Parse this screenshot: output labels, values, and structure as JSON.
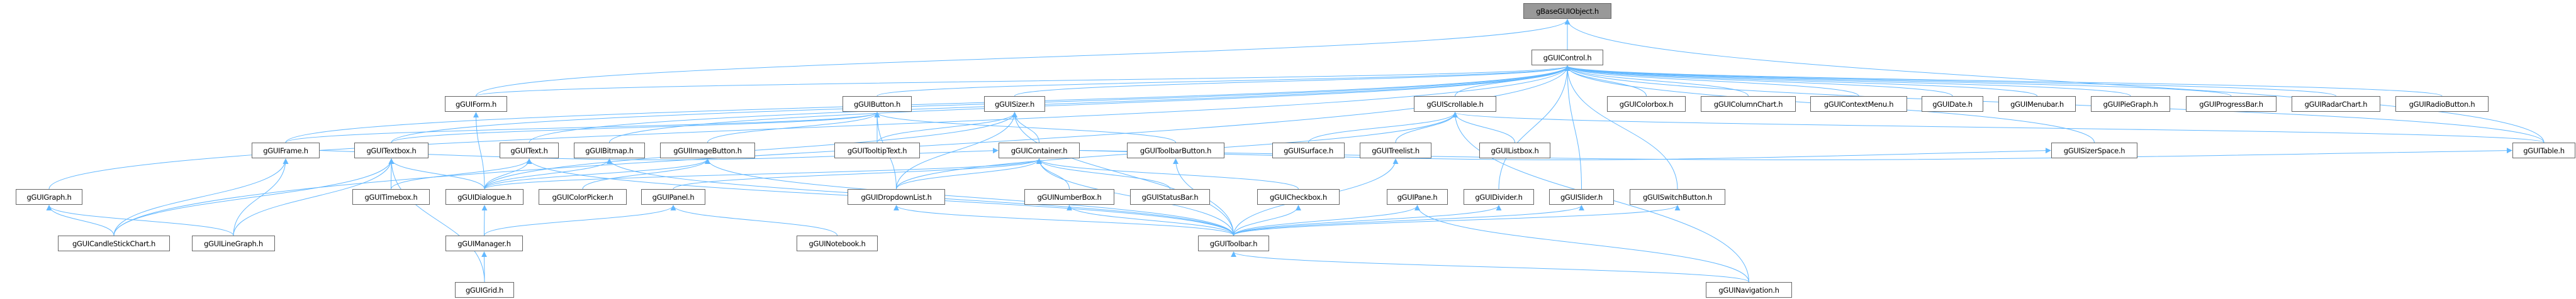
{
  "colors": {
    "edge": "#63b8ff",
    "node_border": "#666666",
    "root_fill": "#999999"
  },
  "nodes": {
    "base": "gBaseGUIObject.h",
    "control": "gGUIControl.h",
    "scrollable": "gGUIScrollable.h",
    "colorbox": "gGUIColorbox.h",
    "columnchart": "gGUIColumnChart.h",
    "contextmenu": "gGUIContextMenu.h",
    "date": "gGUIDate.h",
    "menubar": "gGUIMenubar.h",
    "piegraph": "gGUIPieGraph.h",
    "progressbar": "gGUIProgressBar.h",
    "radarchart": "gGUIRadarChart.h",
    "radiobutton": "gGUIRadioButton.h",
    "form": "gGUIForm.h",
    "button": "gGUIButton.h",
    "sizer": "gGUISizer.h",
    "frame": "gGUIFrame.h",
    "textbox": "gGUITextbox.h",
    "text": "gGUIText.h",
    "bitmap": "gGUIBitmap.h",
    "imagebutton": "gGUIImageButton.h",
    "tooltiptext": "gGUITooltipText.h",
    "container": "gGUIContainer.h",
    "toolbarbutton": "gGUIToolbarButton.h",
    "surface": "gGUISurface.h",
    "treelist": "gGUITreelist.h",
    "listbox": "gGUIListbox.h",
    "sizerspace": "gGUISizerSpace.h",
    "table": "gGUITable.h",
    "graph": "gGUIGraph.h",
    "timebox": "gGUITimebox.h",
    "dialogue": "gGUIDialogue.h",
    "colorpicker": "gGUIColorPicker.h",
    "panel": "gGUIPanel.h",
    "dropdownlist": "gGUIDropdownList.h",
    "numberbox": "gGUINumberBox.h",
    "statusbar": "gGUIStatusBar.h",
    "checkbox": "gGUICheckbox.h",
    "pane": "gGUIPane.h",
    "divider": "gGUIDivider.h",
    "slider": "gGUISlider.h",
    "switchbutton": "gGUISwitchButton.h",
    "candlestick": "gGUICandleStickChart.h",
    "linegraph": "gGUILineGraph.h",
    "manager": "gGUIManager.h",
    "notebook": "gGUINotebook.h",
    "toolbar": "gGUIToolbar.h",
    "grid": "gGUIGrid.h",
    "navigation": "gGUINavigation.h"
  },
  "root": "base",
  "edges": [
    [
      "control",
      "base"
    ],
    [
      "table",
      "base"
    ],
    [
      "form",
      "base"
    ],
    [
      "scrollable",
      "control"
    ],
    [
      "colorbox",
      "control"
    ],
    [
      "columnchart",
      "control"
    ],
    [
      "contextmenu",
      "control"
    ],
    [
      "date",
      "control"
    ],
    [
      "menubar",
      "control"
    ],
    [
      "piegraph",
      "control"
    ],
    [
      "progressbar",
      "control"
    ],
    [
      "radarchart",
      "control"
    ],
    [
      "radiobutton",
      "control"
    ],
    [
      "table",
      "control"
    ],
    [
      "sizerspace",
      "control"
    ],
    [
      "form",
      "control"
    ],
    [
      "button",
      "control"
    ],
    [
      "sizer",
      "control"
    ],
    [
      "text",
      "control"
    ],
    [
      "bitmap",
      "control"
    ],
    [
      "frame",
      "control"
    ],
    [
      "textbox",
      "control"
    ],
    [
      "graph",
      "control"
    ],
    [
      "candlestick",
      "control"
    ],
    [
      "divider",
      "control"
    ],
    [
      "slider",
      "control"
    ],
    [
      "switchbutton",
      "control"
    ],
    [
      "surface",
      "scrollable"
    ],
    [
      "treelist",
      "scrollable"
    ],
    [
      "listbox",
      "scrollable"
    ],
    [
      "table",
      "scrollable"
    ],
    [
      "navigation",
      "scrollable"
    ],
    [
      "dropdownlist",
      "scrollable"
    ],
    [
      "tooltiptext",
      "button"
    ],
    [
      "imagebutton",
      "button"
    ],
    [
      "dropdownlist",
      "button"
    ],
    [
      "toolbarbutton",
      "button"
    ],
    [
      "frame",
      "button"
    ],
    [
      "textbox",
      "button"
    ],
    [
      "tooltiptext",
      "sizer"
    ],
    [
      "dropdownlist",
      "sizer"
    ],
    [
      "container",
      "sizer"
    ],
    [
      "toolbar",
      "sizer"
    ],
    [
      "dialogue",
      "sizer"
    ],
    [
      "numberbox",
      "container"
    ],
    [
      "statusbar",
      "container"
    ],
    [
      "checkbox",
      "container"
    ],
    [
      "toolbar",
      "container"
    ],
    [
      "dropdownlist",
      "container"
    ],
    [
      "dialogue",
      "container"
    ],
    [
      "panel",
      "container"
    ],
    [
      "frame",
      "container"
    ],
    [
      "candlestick",
      "frame"
    ],
    [
      "linegraph",
      "frame"
    ],
    [
      "timebox",
      "textbox"
    ],
    [
      "candlestick",
      "textbox"
    ],
    [
      "linegraph",
      "textbox"
    ],
    [
      "grid",
      "textbox"
    ],
    [
      "dialogue",
      "textbox"
    ],
    [
      "candlestick",
      "graph"
    ],
    [
      "linegraph",
      "graph"
    ],
    [
      "dialogue",
      "text"
    ],
    [
      "timebox",
      "text"
    ],
    [
      "toolbar",
      "text"
    ],
    [
      "dialogue",
      "bitmap"
    ],
    [
      "toolbar",
      "bitmap"
    ],
    [
      "colorpicker",
      "imagebutton"
    ],
    [
      "dialogue",
      "imagebutton"
    ],
    [
      "toolbar",
      "imagebutton"
    ],
    [
      "dialogue",
      "form"
    ],
    [
      "manager",
      "dialogue"
    ],
    [
      "grid",
      "manager"
    ],
    [
      "notebook",
      "panel"
    ],
    [
      "manager",
      "panel"
    ],
    [
      "toolbar",
      "dropdownlist"
    ],
    [
      "toolbar",
      "numberbox"
    ],
    [
      "toolbar",
      "checkbox"
    ],
    [
      "toolbar",
      "toolbarbutton"
    ],
    [
      "toolbar",
      "treelist"
    ],
    [
      "navigation",
      "pane"
    ],
    [
      "toolbar",
      "pane"
    ],
    [
      "toolbar",
      "divider"
    ],
    [
      "toolbar",
      "slider"
    ],
    [
      "toolbar",
      "switchbutton"
    ],
    [
      "container",
      "sizerspace"
    ],
    [
      "container",
      "table"
    ],
    [
      "navigation",
      "toolbar"
    ]
  ]
}
